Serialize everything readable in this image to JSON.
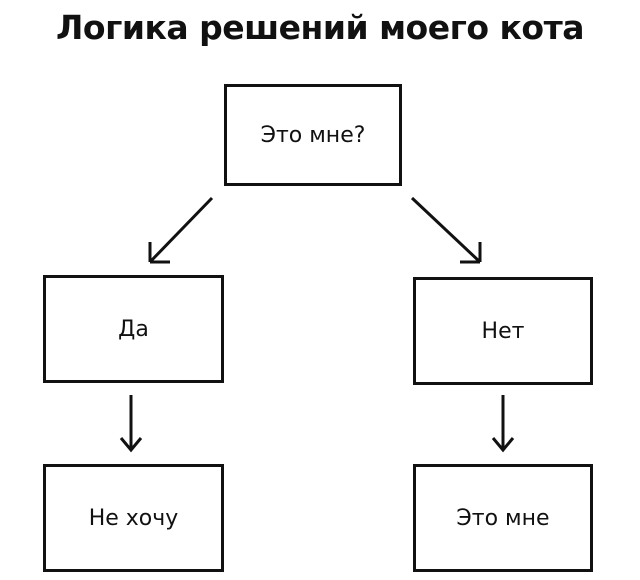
{
  "title": "Логика решений моего кота",
  "nodes": {
    "root": "Это мне?",
    "yes": "Да",
    "no": "Нет",
    "yes_result": "Не хочу",
    "no_result": "Это мне"
  }
}
